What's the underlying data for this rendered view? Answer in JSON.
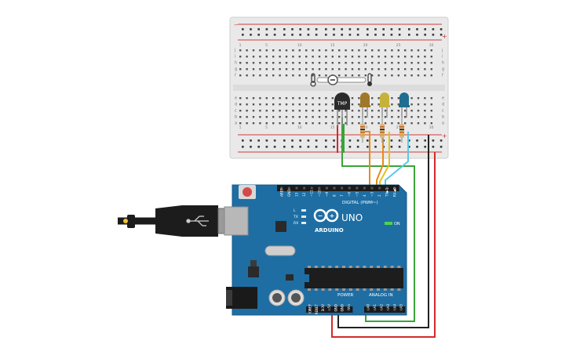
{
  "breadboard": {
    "columns": [
      "1",
      "5",
      "10",
      "15",
      "20",
      "25",
      "30"
    ],
    "row_letters_top": [
      "j",
      "i",
      "h",
      "g",
      "f"
    ],
    "row_letters_bottom": [
      "e",
      "d",
      "c",
      "b",
      "a"
    ],
    "rail_plus": "+",
    "rail_minus": "−"
  },
  "sensor": {
    "label": "TMP"
  },
  "leds": [
    {
      "color": "#a0782a"
    },
    {
      "color": "#c6b23a"
    },
    {
      "color": "#1f6d91"
    }
  ],
  "arduino": {
    "brand": "ARDUINO",
    "model": "UNO",
    "on_label": "ON",
    "digital_header": "DIGITAL (PWM~)",
    "digital_pins": [
      "AREF",
      "GND",
      "13",
      "12",
      "~11",
      "~10",
      "~9",
      "8",
      "7",
      "~6",
      "~5",
      "4",
      "~3",
      "2",
      "TX▶1",
      "RX◀0"
    ],
    "led_labels": [
      "L",
      "TX",
      "RX"
    ],
    "power_header": "POWER",
    "power_pins": [
      "IOREF",
      "RESET",
      "3.3V",
      "5V",
      "GND",
      "GND",
      "Vin"
    ],
    "analog_header": "ANALOG IN",
    "analog_pins": [
      "A0",
      "A1",
      "A2",
      "A3",
      "A4",
      "A5"
    ]
  },
  "wires": {
    "green": "#3aa33a",
    "orange": "#e88a1a",
    "yellow": "#e3c21a",
    "cyan": "#5ac8e8",
    "red": "#d42a2a",
    "black": "#222222"
  }
}
